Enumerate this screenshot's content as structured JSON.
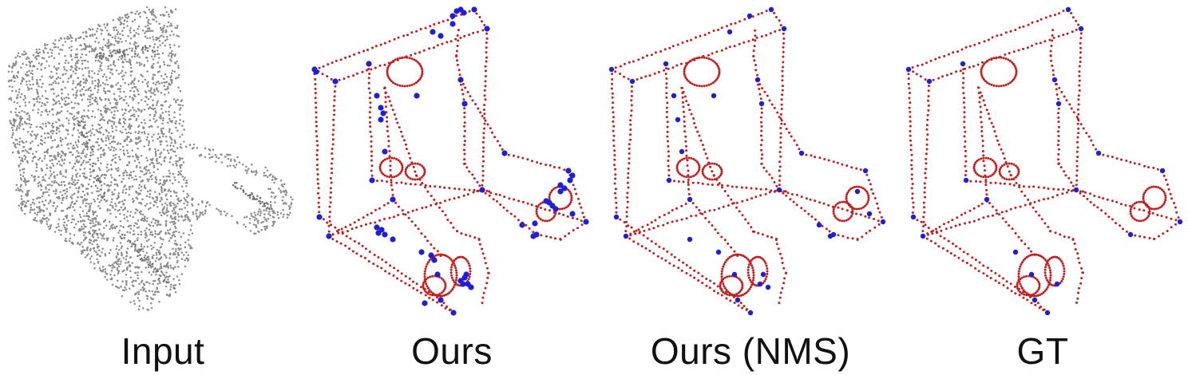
{
  "figure": {
    "panels": [
      {
        "id": "input",
        "label": "Input",
        "kind": "point-cloud"
      },
      {
        "id": "ours",
        "label": "Ours",
        "kind": "edges-corners"
      },
      {
        "id": "ours-nms",
        "label": "Ours (NMS)",
        "kind": "edges-corners"
      },
      {
        "id": "gt",
        "label": "GT",
        "kind": "edges-corners"
      }
    ],
    "colors": {
      "input_points": "#8c8c8c",
      "edge_points": "#c41e1e",
      "corner_points": "#1f1fd6",
      "background": "#ffffff"
    }
  }
}
